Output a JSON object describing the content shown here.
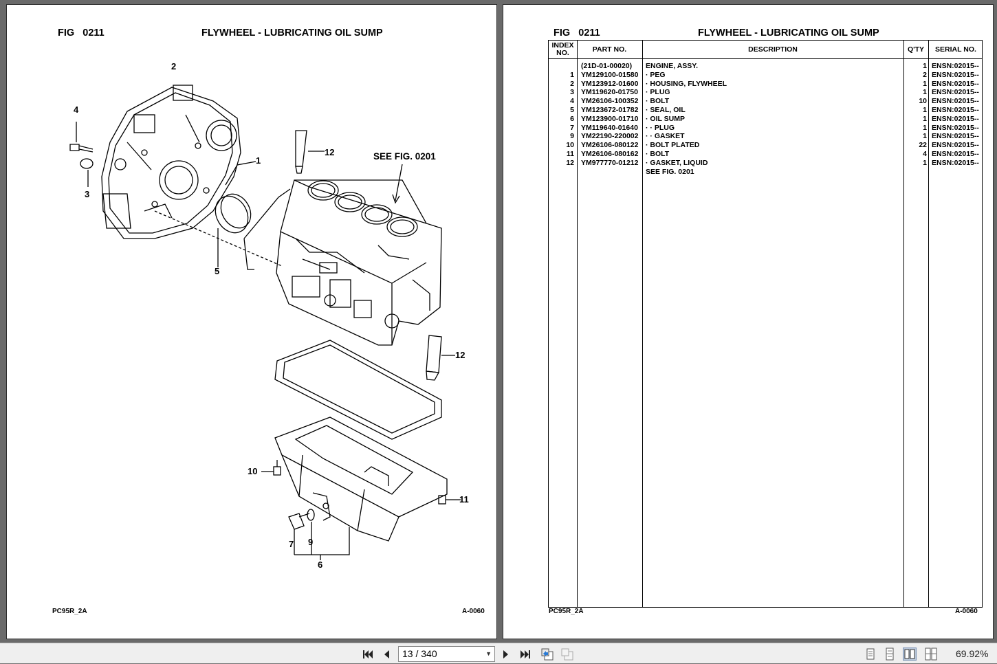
{
  "left_page": {
    "fig_label": "FIG",
    "fig_number": "0211",
    "title": "FLYWHEEL - LUBRICATING OIL SUMP",
    "see_fig": "SEE FIG. 0201",
    "callouts": [
      "1",
      "2",
      "3",
      "4",
      "5",
      "6",
      "7",
      "9",
      "10",
      "11",
      "12",
      "12"
    ],
    "footer_left": "PC95R_2A",
    "footer_right": "A-0060"
  },
  "right_page": {
    "fig_label": "FIG",
    "fig_number": "0211",
    "title": "FLYWHEEL - LUBRICATING OIL SUMP",
    "columns": {
      "index": "INDEX NO.",
      "part": "PART NO.",
      "description": "DESCRIPTION",
      "qty": "Q'TY",
      "serial": "SERIAL NO."
    },
    "rows": [
      {
        "index": "",
        "part": "(21D-01-00020)",
        "description": "ENGINE, ASSY.",
        "qty": "1",
        "serial": "ENSN:02015--"
      },
      {
        "index": "1",
        "part": "YM129100-01580",
        "description": "·  PEG",
        "qty": "2",
        "serial": "ENSN:02015--"
      },
      {
        "index": "2",
        "part": "YM123912-01600",
        "description": "·  HOUSING, FLYWHEEL",
        "qty": "1",
        "serial": "ENSN:02015--"
      },
      {
        "index": "3",
        "part": "YM119620-01750",
        "description": "·  PLUG",
        "qty": "1",
        "serial": "ENSN:02015--"
      },
      {
        "index": "4",
        "part": "YM26106-100352",
        "description": "·  BOLT",
        "qty": "10",
        "serial": "ENSN:02015--"
      },
      {
        "index": "5",
        "part": "YM123672-01782",
        "description": "·  SEAL, OIL",
        "qty": "1",
        "serial": "ENSN:02015--"
      },
      {
        "index": "6",
        "part": "YM123900-01710",
        "description": "·  OIL SUMP",
        "qty": "1",
        "serial": "ENSN:02015--"
      },
      {
        "index": "7",
        "part": "YM119640-01640",
        "description": "·  ·  PLUG",
        "qty": "1",
        "serial": "ENSN:02015--"
      },
      {
        "index": "9",
        "part": "YM22190-220002",
        "description": "·  ·  GASKET",
        "qty": "1",
        "serial": "ENSN:02015--"
      },
      {
        "index": "10",
        "part": "YM26106-080122",
        "description": "·  BOLT PLATED",
        "qty": "22",
        "serial": "ENSN:02015--"
      },
      {
        "index": "11",
        "part": "YM26106-080162",
        "description": "·  BOLT",
        "qty": "4",
        "serial": "ENSN:02015--"
      },
      {
        "index": "12",
        "part": "YM977770-01212",
        "description": "·  GASKET, LIQUID",
        "qty": "1",
        "serial": "ENSN:02015--"
      },
      {
        "index": "",
        "part": "",
        "description": "SEE FIG. 0201",
        "qty": "",
        "serial": ""
      }
    ],
    "footer_left": "PC95R_2A",
    "footer_right": "A-0060"
  },
  "toolbar": {
    "page_indicator": "13 / 340",
    "zoom": "69.92%",
    "first_page_icon": "first-page-icon",
    "prev_page_icon": "prev-page-icon",
    "next_page_icon": "next-page-icon",
    "last_page_icon": "last-page-icon"
  }
}
